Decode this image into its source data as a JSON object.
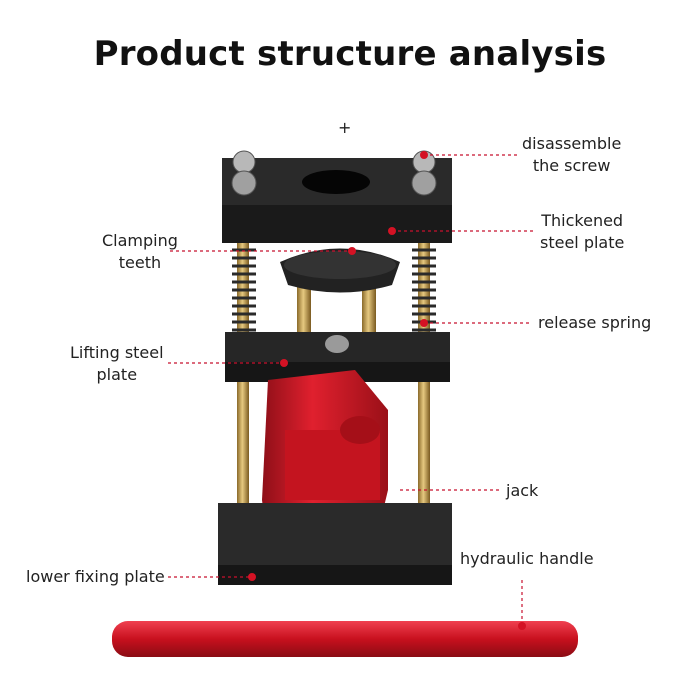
{
  "title": "Product structure analysis",
  "plus_mark": "+",
  "labels": {
    "disassemble_screw": [
      "disassemble",
      "the screw"
    ],
    "thickened_plate": [
      "Thickened",
      "steel plate"
    ],
    "clamping_teeth": [
      "Clamping",
      "teeth"
    ],
    "release_spring": "release spring",
    "lifting_plate": [
      "Lifting steel",
      "plate"
    ],
    "jack": "jack",
    "hydraulic_handle": "hydraulic handle",
    "lower_plate": "lower fixing plate"
  },
  "colors": {
    "accent_red": "#d41224",
    "leader_red": "#c8102e",
    "plate_dark": "#1c1c1c",
    "rod_gold": "#c9a24a"
  }
}
